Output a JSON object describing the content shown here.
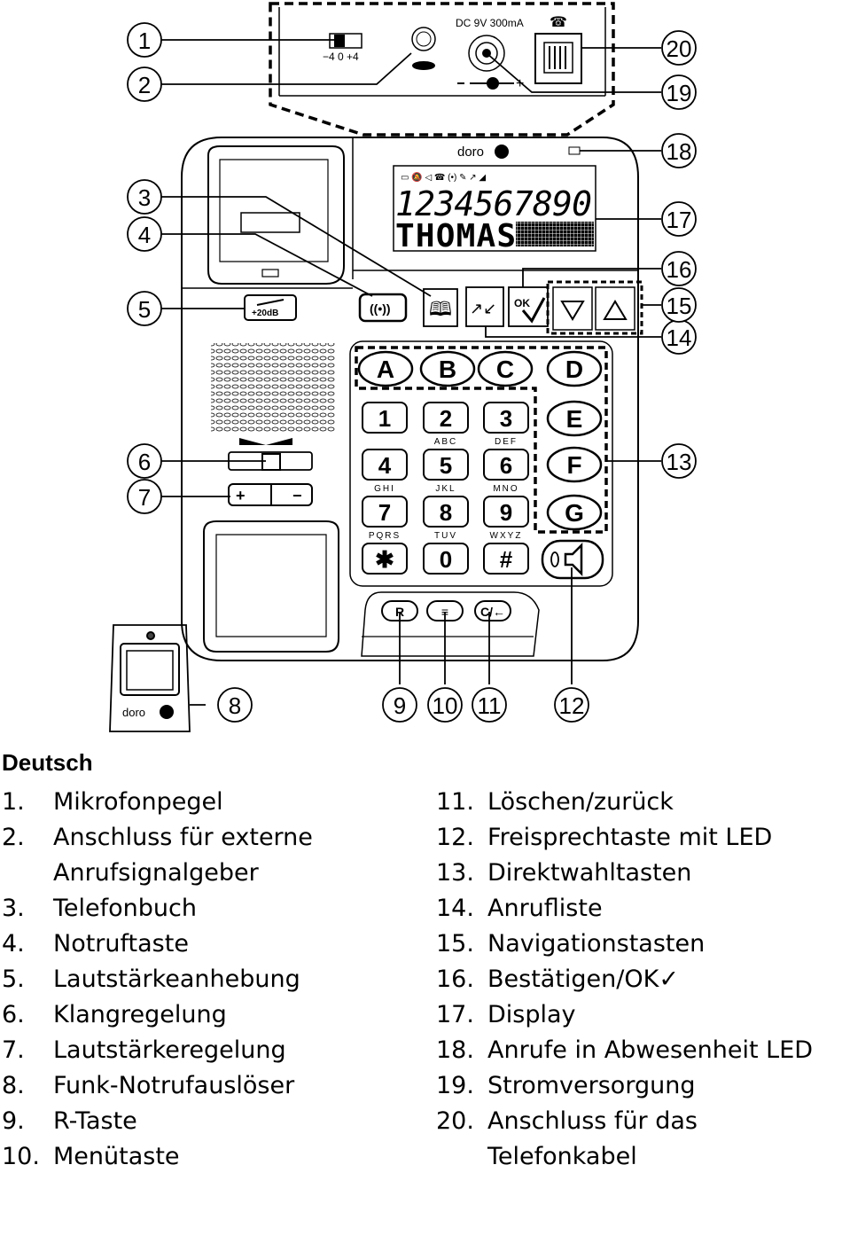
{
  "device": {
    "brand": "doro",
    "mic_scale": "−4 0 +4",
    "power_label": "DC 9V 300mA",
    "boost_label": "+20dB",
    "display_digits": "1234567890",
    "display_name": "THOMAS",
    "ok_label": "OK",
    "direct_keys": [
      "A",
      "B",
      "C",
      "D",
      "E",
      "F",
      "G"
    ],
    "keypad": [
      {
        "key": "1",
        "sub": ""
      },
      {
        "key": "2",
        "sub": "ABC"
      },
      {
        "key": "3",
        "sub": "DEF"
      },
      {
        "key": "4",
        "sub": "GHI"
      },
      {
        "key": "5",
        "sub": "JKL"
      },
      {
        "key": "6",
        "sub": "MNO"
      },
      {
        "key": "7",
        "sub": "PQRS"
      },
      {
        "key": "8",
        "sub": "TUV"
      },
      {
        "key": "9",
        "sub": "WXYZ"
      },
      {
        "key": "✱",
        "sub": ""
      },
      {
        "key": "0",
        "sub": ""
      },
      {
        "key": "#",
        "sub": ""
      }
    ],
    "bottom_keys": [
      "R",
      "≡",
      "C/←"
    ]
  },
  "callouts": [
    "1",
    "2",
    "3",
    "4",
    "5",
    "6",
    "7",
    "8",
    "9",
    "10",
    "11",
    "12",
    "13",
    "14",
    "15",
    "16",
    "17",
    "18",
    "19",
    "20"
  ],
  "legend": {
    "title": "Deutsch",
    "left": [
      {
        "num": "1.",
        "text": "Mikrofonpegel"
      },
      {
        "num": "2.",
        "text": "Anschluss für externe Anrufsignalgeber"
      },
      {
        "num": "3.",
        "text": "Telefonbuch"
      },
      {
        "num": "4.",
        "text": "Notruftaste"
      },
      {
        "num": "5.",
        "text": "Lautstärkeanhebung"
      },
      {
        "num": "6.",
        "text": "Klangregelung"
      },
      {
        "num": "7.",
        "text": "Lautstärkeregelung"
      },
      {
        "num": "8.",
        "text": "Funk-Notrufauslöser"
      },
      {
        "num": "9.",
        "text": "R-Taste"
      },
      {
        "num": "10.",
        "text": "Menütaste"
      }
    ],
    "right": [
      {
        "num": "11.",
        "text": "Löschen/zurück"
      },
      {
        "num": "12.",
        "text": "Freisprechtaste mit LED"
      },
      {
        "num": "13.",
        "text": "Direktwahltasten"
      },
      {
        "num": "14.",
        "text": "Anrufliste"
      },
      {
        "num": "15.",
        "text": "Navigationstasten"
      },
      {
        "num": "16.",
        "text": "Bestätigen/OK✓"
      },
      {
        "num": "17.",
        "text": "Display"
      },
      {
        "num": "18.",
        "text": "Anrufe in Abwesenheit LED"
      },
      {
        "num": "19.",
        "text": "Stromversorgung"
      },
      {
        "num": "20.",
        "text": "Anschluss für das Telefonkabel"
      }
    ]
  }
}
